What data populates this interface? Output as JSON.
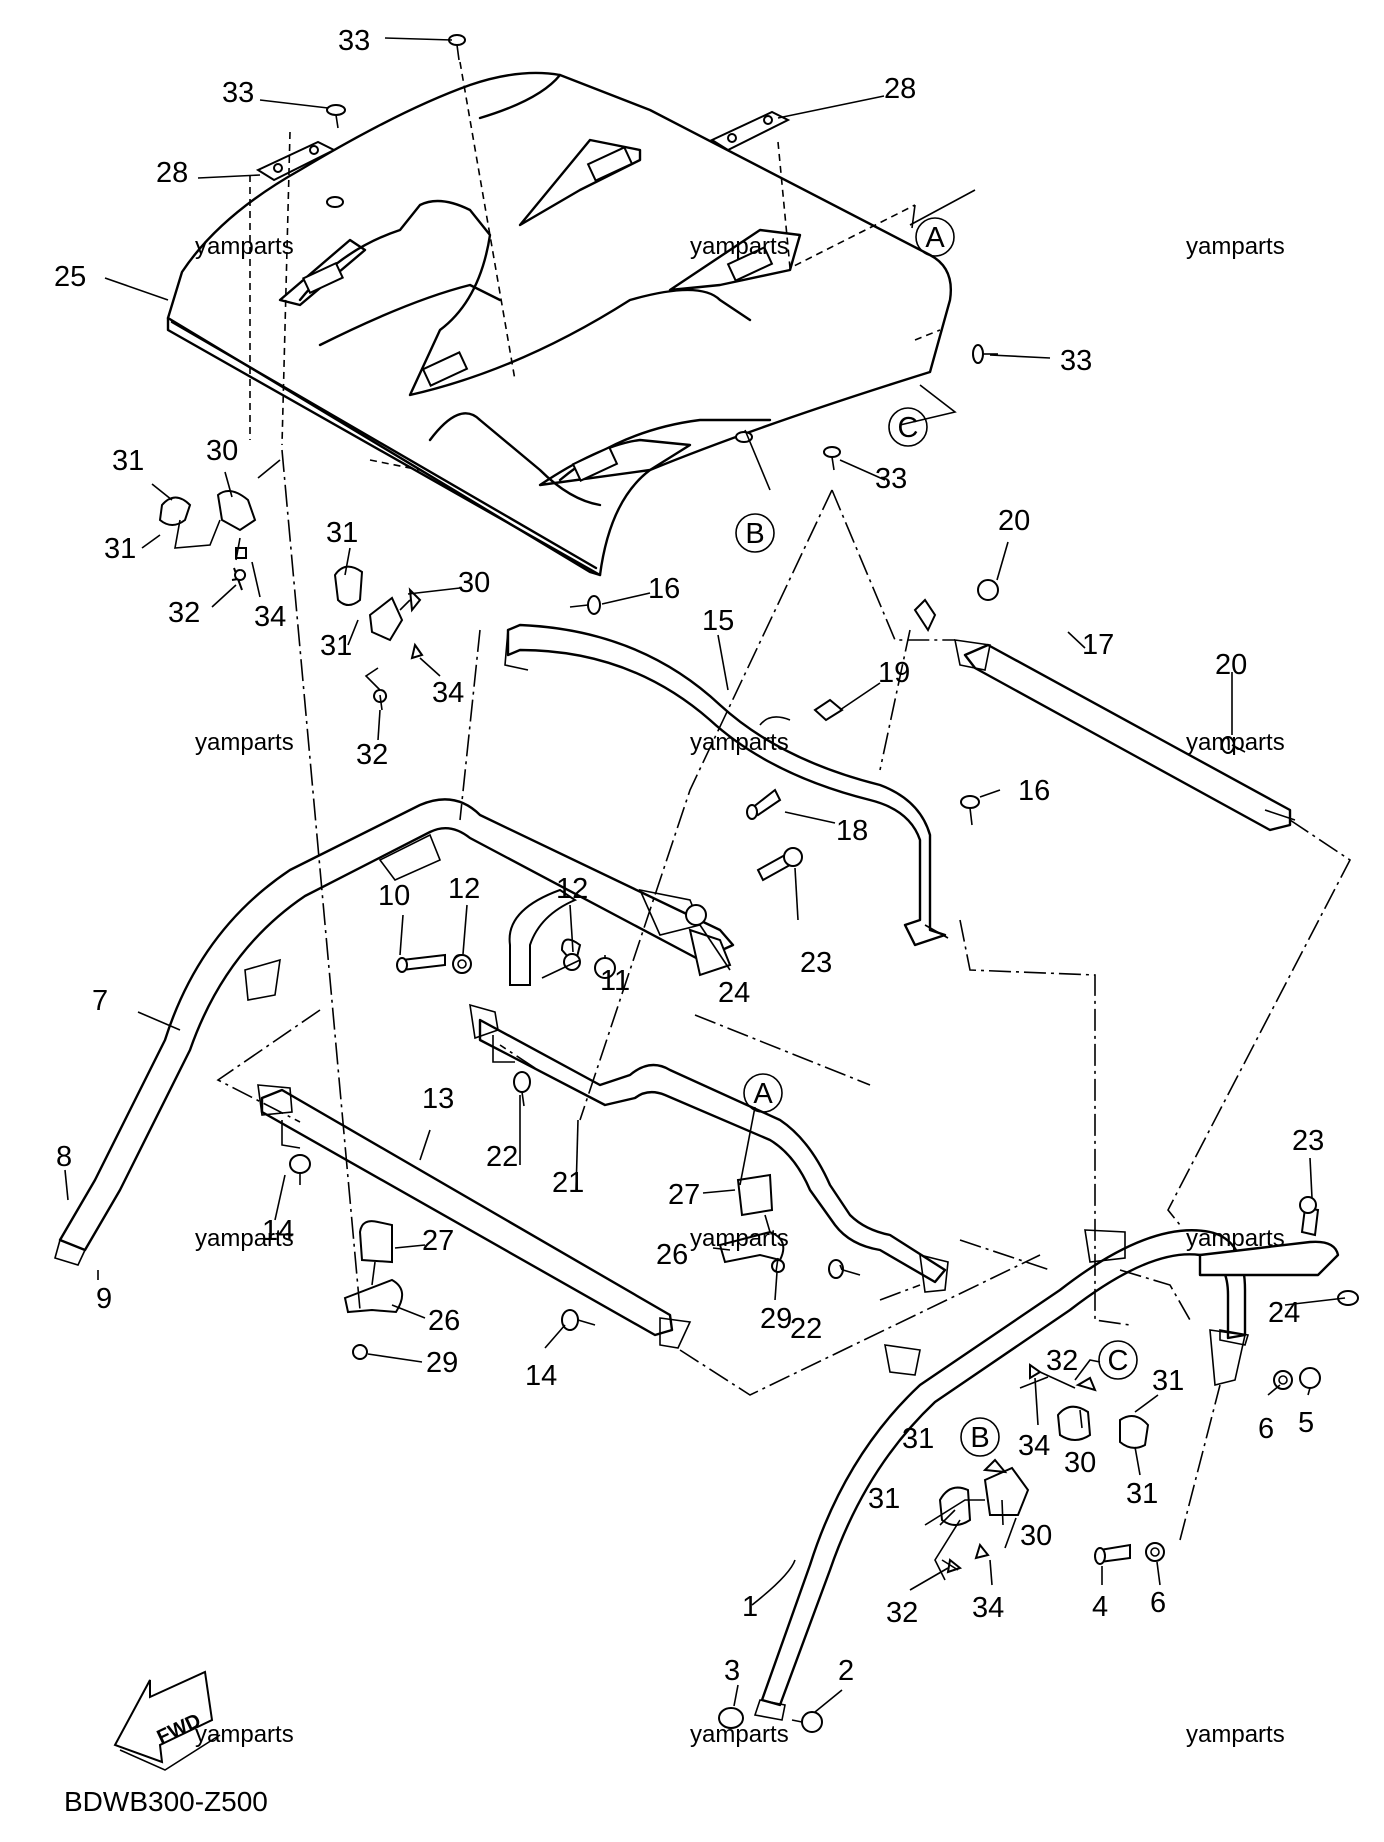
{
  "diagram_code": "BDWB300-Z500",
  "fwd_label": "FWD",
  "watermark": "yamparts",
  "callouts": [
    "A",
    "B",
    "C"
  ],
  "part_labels": [
    "1",
    "2",
    "3",
    "4",
    "5",
    "6",
    "7",
    "8",
    "9",
    "10",
    "11",
    "12",
    "13",
    "14",
    "15",
    "16",
    "17",
    "18",
    "19",
    "20",
    "21",
    "22",
    "23",
    "24",
    "25",
    "26",
    "27",
    "28",
    "29",
    "30",
    "31",
    "32",
    "33",
    "34"
  ]
}
